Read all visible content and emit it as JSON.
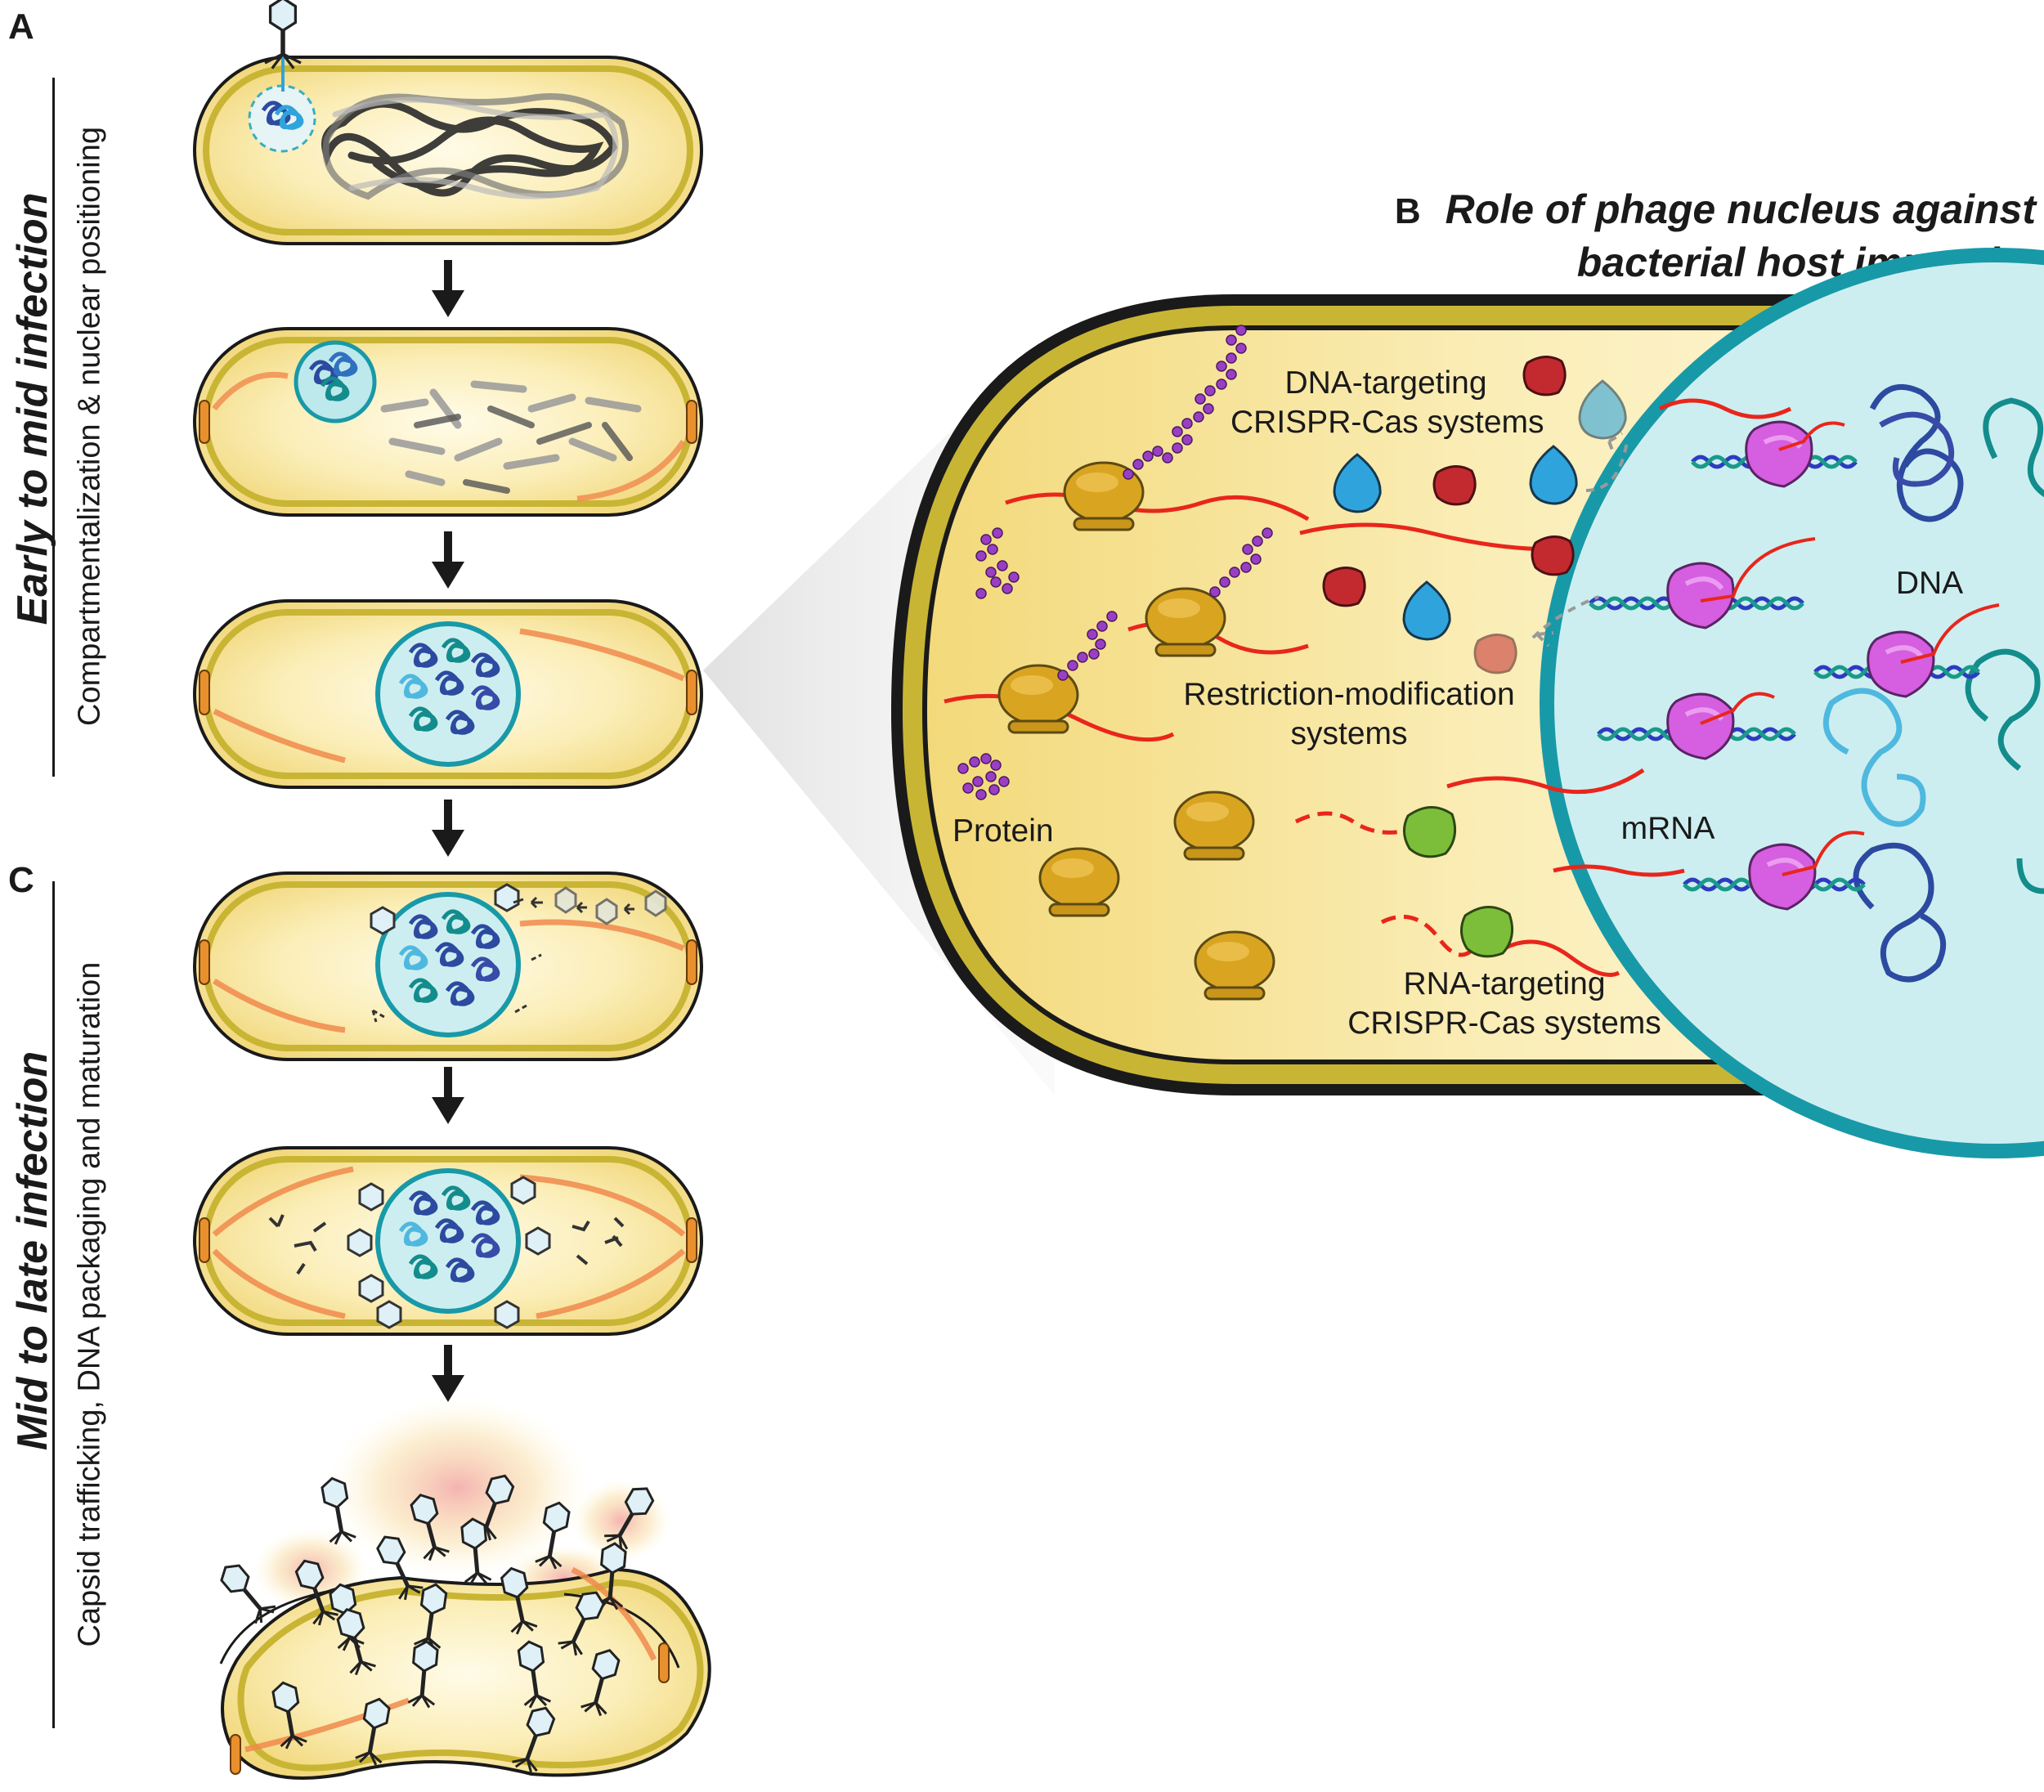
{
  "panels": {
    "a": "A",
    "b": "B",
    "c": "C"
  },
  "stage_titles": {
    "early": "Early to mid infection",
    "late": "Mid to late infection"
  },
  "stage_subtitles": {
    "early": "Compartmentalization & nuclear positioning",
    "late": "Capsid trafficking, DNA packaging and maturation"
  },
  "panel_b": {
    "title_line1": "Role of phage nucleus against",
    "title_line2": "bacterial host immunity",
    "labels": {
      "dna_crispr_1": "DNA-targeting",
      "dna_crispr_2": "CRISPR-Cas systems",
      "rm_1": "Restriction-modification",
      "rm_2": "systems",
      "protein": "Protein",
      "mrna": "mRNA",
      "dna": "DNA",
      "rna_crispr_1": "RNA-targeting",
      "rna_crispr_2": "CRISPR-Cas systems"
    }
  },
  "colors": {
    "cell_fill": "#f6e39a",
    "cell_wall": "#c9b534",
    "nucleus_ring": "#1899a8",
    "nucleus_fill": "#cdeef0",
    "ribosome": "#d9a521",
    "rnap": "#d65ee0",
    "mrna": "#e8261c",
    "protein": "#9a3fc4",
    "crispr_blue": "#2fa4dc",
    "rm_red": "#c32a30",
    "rna_crispr_green": "#7cbe3a",
    "tubulin": "#f08a4c"
  }
}
